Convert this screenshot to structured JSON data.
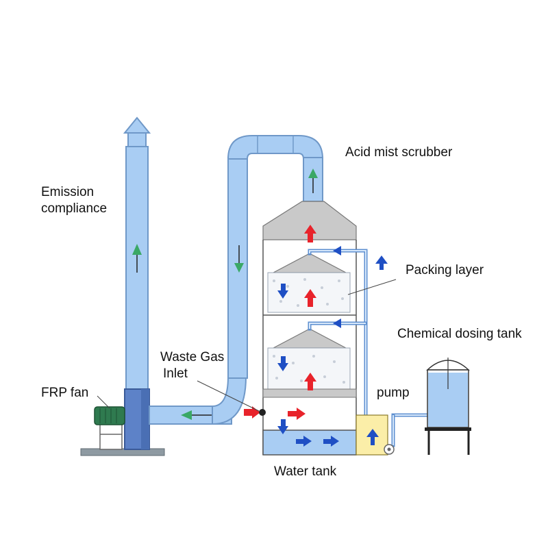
{
  "labels": {
    "acid_mist_scrubber": "Acid mist scrubber",
    "emission_line1": "Emission",
    "emission_line2": "compliance",
    "packing_layer": "Packing layer",
    "chemical_dosing_tank": "Chemical dosing tank",
    "waste_gas_line1": "Waste Gas",
    "waste_gas_line2": "Inlet",
    "frp_fan": "FRP fan",
    "pump": "pump",
    "water_tank": "Water tank"
  },
  "colors": {
    "duct_fill": "#a9cdf3",
    "gas_flow_arrow": "#e8232b",
    "liquid_flow_arrow": "#1f4fc4",
    "exhaust_flow_arrow": "#3aa866",
    "fan_motor": "#2f7a4f",
    "pump_housing": "#fbeea8",
    "water": "#a9cdf3",
    "hood": "#c9c9c9"
  },
  "icons": {
    "flow_arrow": "arrow-icon",
    "fan": "fan-motor-icon",
    "pump": "pump-icon"
  }
}
